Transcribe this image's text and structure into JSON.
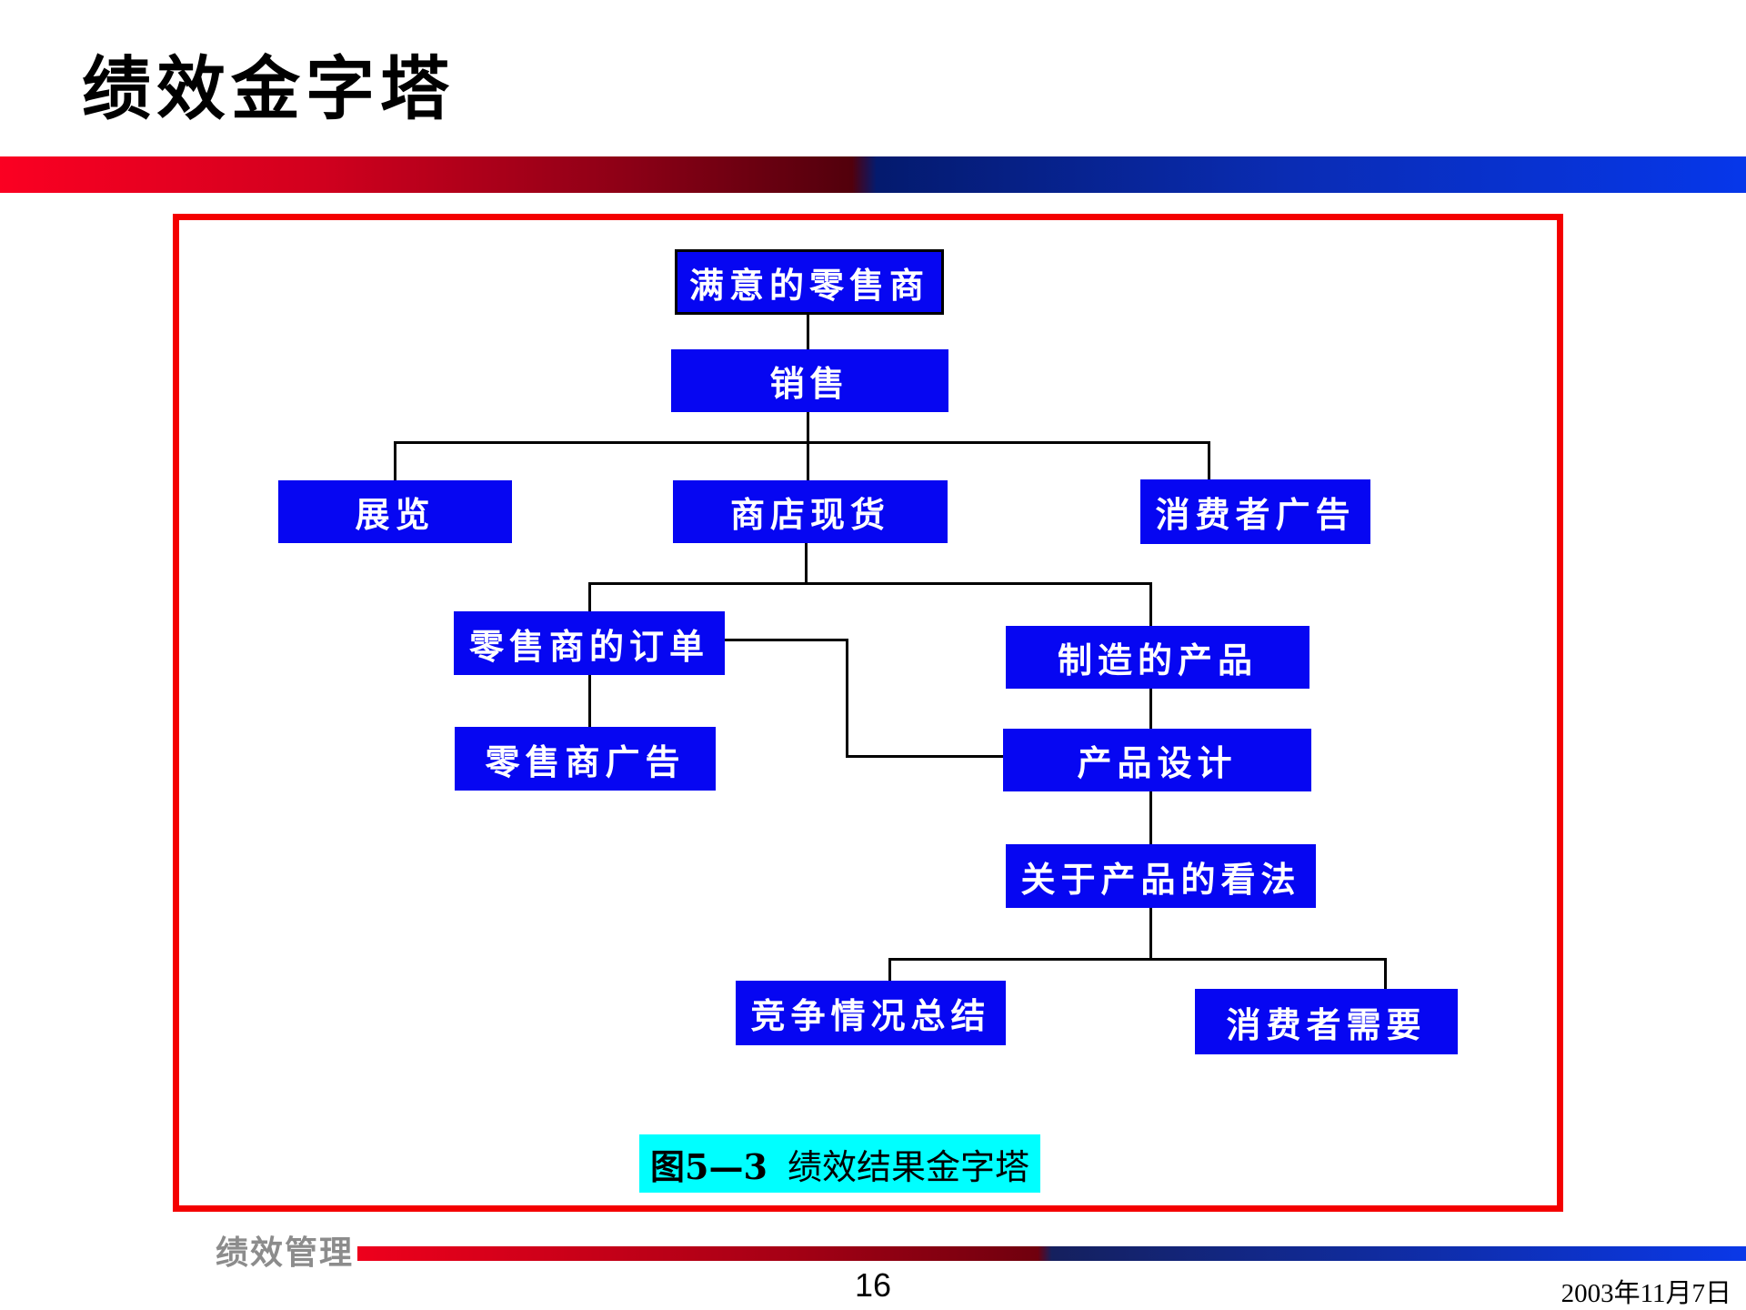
{
  "title": "绩效金字塔",
  "diagram": {
    "nodes": [
      {
        "id": "satisfied-retailer",
        "label": "满意的零售商"
      },
      {
        "id": "sales",
        "label": "销售"
      },
      {
        "id": "exhibition",
        "label": "展览"
      },
      {
        "id": "store-stock",
        "label": "商店现货"
      },
      {
        "id": "consumer-advertising",
        "label": "消费者广告"
      },
      {
        "id": "retailer-orders",
        "label": "零售商的订单"
      },
      {
        "id": "manufactured-products",
        "label": "制造的产品"
      },
      {
        "id": "retailer-advertising",
        "label": "零售商广告"
      },
      {
        "id": "product-design",
        "label": "产品设计"
      },
      {
        "id": "product-perception",
        "label": "关于产品的看法"
      },
      {
        "id": "competition-summary",
        "label": "竞争情况总结"
      },
      {
        "id": "consumer-needs",
        "label": "消费者需要"
      }
    ],
    "edges": [
      [
        "satisfied-retailer",
        "sales"
      ],
      [
        "sales",
        "exhibition"
      ],
      [
        "sales",
        "store-stock"
      ],
      [
        "sales",
        "consumer-advertising"
      ],
      [
        "store-stock",
        "retailer-orders"
      ],
      [
        "store-stock",
        "manufactured-products"
      ],
      [
        "retailer-orders",
        "retailer-advertising"
      ],
      [
        "retailer-orders",
        "product-design"
      ],
      [
        "manufactured-products",
        "product-design"
      ],
      [
        "product-design",
        "product-perception"
      ],
      [
        "product-perception",
        "competition-summary"
      ],
      [
        "product-perception",
        "consumer-needs"
      ]
    ],
    "caption": {
      "fig_label": "图5—3",
      "text": "绩效结果金字塔"
    }
  },
  "footer": {
    "label": "绩效管理",
    "page_number": "16",
    "date": "2003年11月7日"
  },
  "colors": {
    "node_fill": "#0606f2",
    "node_text": "#ffffff",
    "node_border": "#000000",
    "caption_fill": "#00ffff",
    "frame_border": "#f40000",
    "connector": "#000000",
    "footer_label_gray": "#8c8c8c",
    "header_bar_red": "#fb0022",
    "header_bar_blue": "#0637ea"
  }
}
